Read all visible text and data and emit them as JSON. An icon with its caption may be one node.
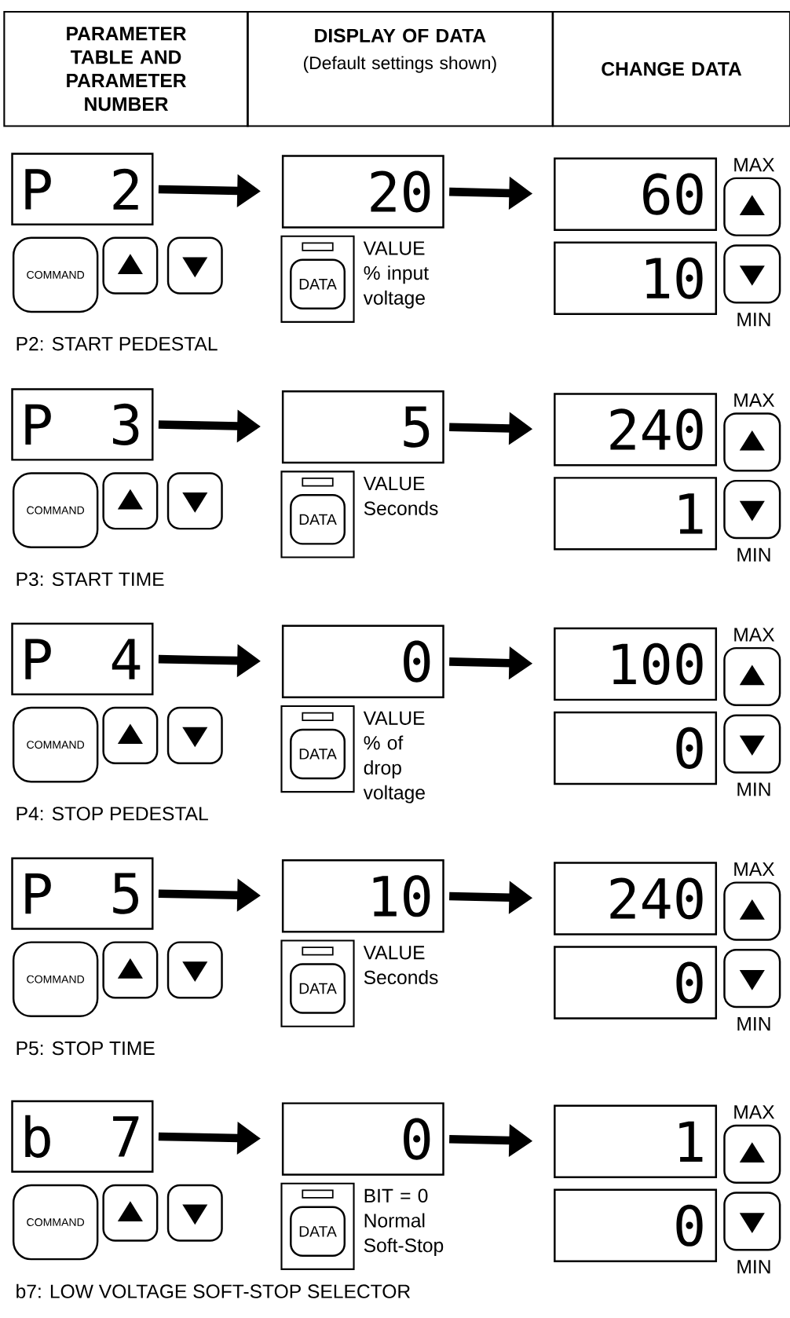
{
  "diagram": {
    "nodes": [
      {
        "text": [
          "PARAMETER TABLE AND PARAMETER NUMBER"
        ]
      },
      {
        "text": [
          "DISPLAY OF DATA",
          "(Default settings shown)"
        ]
      },
      {
        "text": [
          "CHANGE DATA"
        ]
      },
      {
        "text": [
          "P",
          "2"
        ]
      },
      {
        "text": [
          "COMMAND"
        ]
      },
      {
        "text": [
          "20"
        ]
      },
      {
        "text": [
          "DATA"
        ]
      },
      {
        "text": [
          "60"
        ]
      },
      {
        "text": [
          "10"
        ]
      },
      {
        "text": [
          "P",
          "3"
        ]
      },
      {
        "text": [
          "COMMAND"
        ]
      },
      {
        "text": [
          "5"
        ]
      },
      {
        "text": [
          "DATA"
        ]
      },
      {
        "text": [
          "240"
        ]
      },
      {
        "text": [
          "1"
        ]
      },
      {
        "text": [
          "P",
          "4"
        ]
      },
      {
        "text": [
          "COMMAND"
        ]
      },
      {
        "text": [
          "0"
        ]
      },
      {
        "text": [
          "DATA"
        ]
      },
      {
        "text": [
          "100"
        ]
      },
      {
        "text": [
          "0"
        ]
      },
      {
        "text": [
          "P",
          "5"
        ]
      },
      {
        "text": [
          "COMMAND"
        ]
      },
      {
        "text": [
          "10"
        ]
      },
      {
        "text": [
          "DATA"
        ]
      },
      {
        "text": [
          "240"
        ]
      },
      {
        "text": [
          "0"
        ]
      },
      {
        "text": [
          "b",
          "7"
        ]
      },
      {
        "text": [
          "COMMAND"
        ]
      },
      {
        "text": [
          "0"
        ]
      },
      {
        "text": [
          "DATA"
        ]
      },
      {
        "text": [
          "1"
        ]
      },
      {
        "text": [
          "0"
        ]
      }
    ],
    "edges": [
      {
        "from": 3,
        "to": 5,
        "arrow": "to"
      },
      {
        "from": 5,
        "to": 7,
        "arrow": "to"
      },
      {
        "from": 9,
        "to": 11,
        "arrow": "to"
      },
      {
        "from": 11,
        "to": 13,
        "arrow": "to"
      },
      {
        "from": 15,
        "to": 17,
        "arrow": "to"
      },
      {
        "from": 17,
        "to": 19,
        "arrow": "to"
      },
      {
        "from": 21,
        "to": 23,
        "arrow": "to"
      },
      {
        "from": 23,
        "to": 25,
        "arrow": "to"
      },
      {
        "from": 27,
        "to": 29,
        "arrow": "to"
      },
      {
        "from": 29,
        "to": 31,
        "arrow": "to"
      }
    ],
    "labels": [
      "MAX",
      "VALUE % input voltage",
      "MIN",
      "P2:   START PEDESTAL",
      "MAX",
      "VALUE Seconds",
      "MIN",
      "P3:   START TIME",
      "MAX",
      "VALUE % of drop voltage",
      "MIN",
      "P4:   STOP PEDESTAL",
      "MAX",
      "VALUE Seconds",
      "MIN",
      "P5:   STOP TIME",
      "MAX",
      "BIT = 0 Normal Soft-Stop",
      "MIN",
      "b7:   LOW VOLTAGE SOFT-STOP SELECTOR"
    ]
  }
}
